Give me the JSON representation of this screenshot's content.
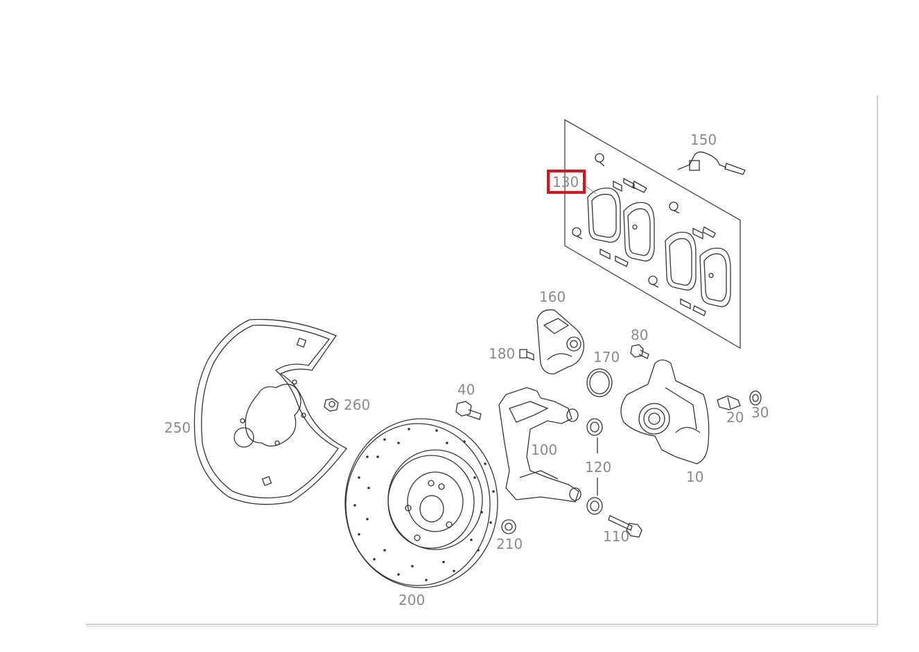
{
  "colors": {
    "line": "#333333",
    "label": "#8a8a8a",
    "highlight": "#e0101a",
    "frame": "#bdbdbd"
  },
  "highlighted_part": "130",
  "parts": [
    {
      "id": "10",
      "label": "10"
    },
    {
      "id": "20",
      "label": "20"
    },
    {
      "id": "30",
      "label": "30"
    },
    {
      "id": "40",
      "label": "40"
    },
    {
      "id": "80",
      "label": "80"
    },
    {
      "id": "100",
      "label": "100"
    },
    {
      "id": "110",
      "label": "110"
    },
    {
      "id": "120",
      "label": "120"
    },
    {
      "id": "130",
      "label": "130"
    },
    {
      "id": "150",
      "label": "150"
    },
    {
      "id": "160",
      "label": "160"
    },
    {
      "id": "170",
      "label": "170"
    },
    {
      "id": "180",
      "label": "180"
    },
    {
      "id": "200",
      "label": "200"
    },
    {
      "id": "210",
      "label": "210"
    },
    {
      "id": "250",
      "label": "250"
    },
    {
      "id": "260",
      "label": "260"
    }
  ]
}
